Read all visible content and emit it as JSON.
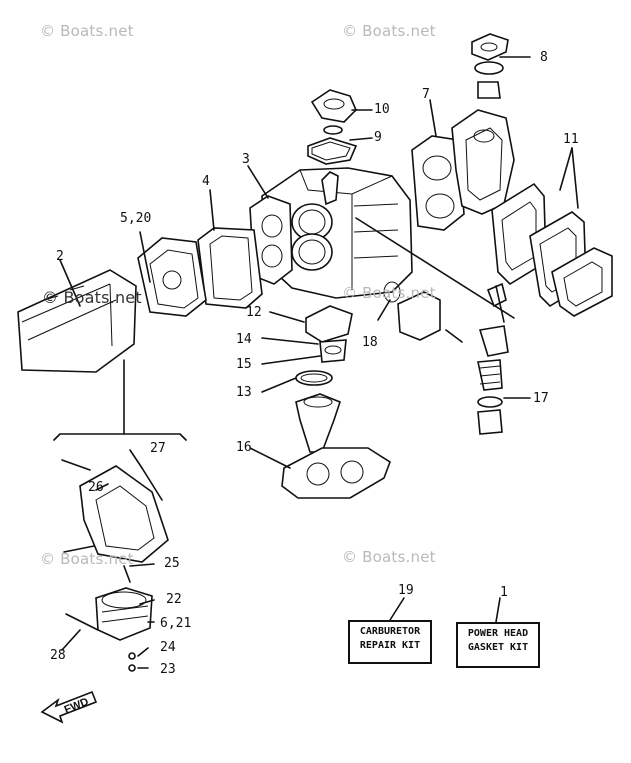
{
  "watermark": "© Boats.net",
  "callouts": {
    "c1": "1",
    "c2": "2",
    "c3": "3",
    "c4": "4",
    "c5_20": "5,20",
    "c6_21": "6,21",
    "c7": "7",
    "c8": "8",
    "c9": "9",
    "c10": "10",
    "c11": "11",
    "c12": "12",
    "c13": "13",
    "c14": "14",
    "c15": "15",
    "c16": "16",
    "c17": "17",
    "c18": "18",
    "c19": "19",
    "c22": "22",
    "c23": "23",
    "c24": "24",
    "c25": "25",
    "c26": "26",
    "c27": "27",
    "c28": "28"
  },
  "kits": {
    "carburetor_line1": "CARBURETOR",
    "carburetor_line2": "REPAIR KIT",
    "powerhead_line1": "POWER HEAD",
    "powerhead_line2": "GASKET KIT"
  },
  "fwd_label": "FWD",
  "colors": {
    "ink": "#111111",
    "watermark": "#b9b9b9",
    "background": "#ffffff"
  }
}
